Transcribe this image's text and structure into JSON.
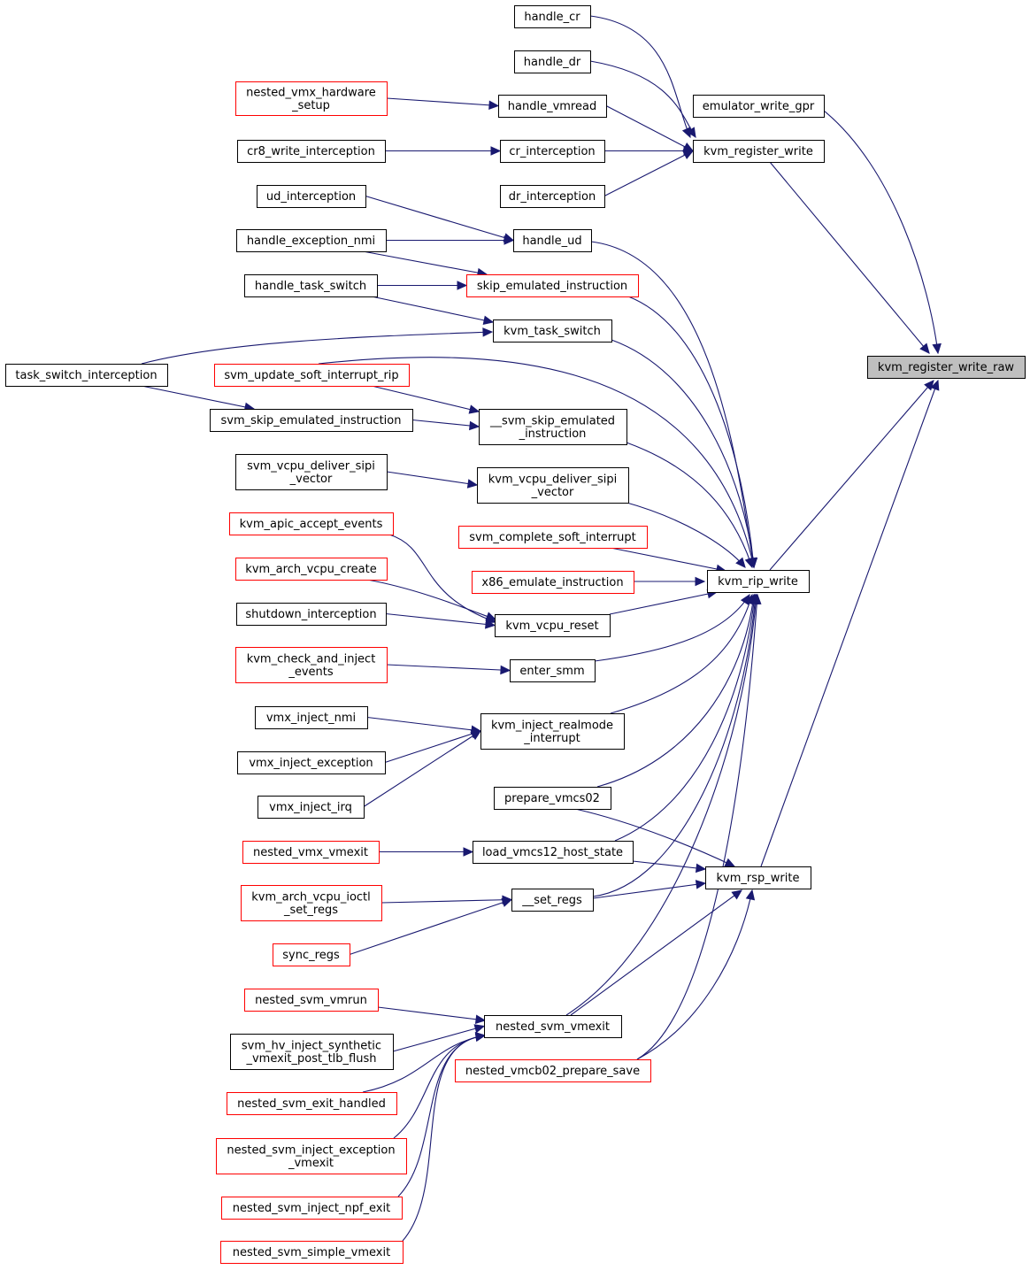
{
  "nodes": {
    "kvm_register_write_raw": {
      "label": "kvm_register_write_raw",
      "style": "root"
    },
    "kvm_register_write": {
      "label": "kvm_register_write",
      "style": "normal"
    },
    "emulator_write_gpr": {
      "label": "emulator_write_gpr",
      "style": "normal"
    },
    "kvm_rip_write": {
      "label": "kvm_rip_write",
      "style": "normal"
    },
    "kvm_rsp_write": {
      "label": "kvm_rsp_write",
      "style": "normal"
    },
    "handle_cr": {
      "label": "handle_cr",
      "style": "normal"
    },
    "handle_dr": {
      "label": "handle_dr",
      "style": "normal"
    },
    "handle_vmread": {
      "label": "handle_vmread",
      "style": "normal"
    },
    "cr_interception": {
      "label": "cr_interception",
      "style": "normal"
    },
    "dr_interception": {
      "label": "dr_interception",
      "style": "normal"
    },
    "nested_vmx_hardware_setup": {
      "label": "nested_vmx_hardware\n_setup",
      "style": "trunc"
    },
    "cr8_write_interception": {
      "label": "cr8_write_interception",
      "style": "normal"
    },
    "ud_interception": {
      "label": "ud_interception",
      "style": "normal"
    },
    "handle_exception_nmi": {
      "label": "handle_exception_nmi",
      "style": "normal"
    },
    "handle_task_switch": {
      "label": "handle_task_switch",
      "style": "normal"
    },
    "handle_ud": {
      "label": "handle_ud",
      "style": "normal"
    },
    "skip_emulated_instruction": {
      "label": "skip_emulated_instruction",
      "style": "trunc"
    },
    "kvm_task_switch": {
      "label": "kvm_task_switch",
      "style": "normal"
    },
    "task_switch_interception": {
      "label": "task_switch_interception",
      "style": "normal"
    },
    "svm_update_soft_interrupt_rip": {
      "label": "svm_update_soft_interrupt_rip",
      "style": "trunc"
    },
    "svm_skip_emulated_instruction": {
      "label": "svm_skip_emulated_instruction",
      "style": "normal"
    },
    "__svm_skip_emulated_instruction": {
      "label": "__svm_skip_emulated\n_instruction",
      "style": "normal"
    },
    "svm_vcpu_deliver_sipi_vector": {
      "label": "svm_vcpu_deliver_sipi\n_vector",
      "style": "normal"
    },
    "kvm_vcpu_deliver_sipi_vector": {
      "label": "kvm_vcpu_deliver_sipi\n_vector",
      "style": "normal"
    },
    "kvm_apic_accept_events": {
      "label": "kvm_apic_accept_events",
      "style": "trunc"
    },
    "svm_complete_soft_interrupt": {
      "label": "svm_complete_soft_interrupt",
      "style": "trunc"
    },
    "kvm_arch_vcpu_create": {
      "label": "kvm_arch_vcpu_create",
      "style": "trunc"
    },
    "x86_emulate_instruction": {
      "label": "x86_emulate_instruction",
      "style": "trunc"
    },
    "shutdown_interception": {
      "label": "shutdown_interception",
      "style": "normal"
    },
    "kvm_vcpu_reset": {
      "label": "kvm_vcpu_reset",
      "style": "normal"
    },
    "kvm_check_and_inject_events": {
      "label": "kvm_check_and_inject\n_events",
      "style": "trunc"
    },
    "enter_smm": {
      "label": "enter_smm",
      "style": "normal"
    },
    "vmx_inject_nmi": {
      "label": "vmx_inject_nmi",
      "style": "normal"
    },
    "kvm_inject_realmode_interrupt": {
      "label": "kvm_inject_realmode\n_interrupt",
      "style": "normal"
    },
    "vmx_inject_exception": {
      "label": "vmx_inject_exception",
      "style": "normal"
    },
    "vmx_inject_irq": {
      "label": "vmx_inject_irq",
      "style": "normal"
    },
    "prepare_vmcs02": {
      "label": "prepare_vmcs02",
      "style": "normal"
    },
    "nested_vmx_vmexit": {
      "label": "nested_vmx_vmexit",
      "style": "trunc"
    },
    "load_vmcs12_host_state": {
      "label": "load_vmcs12_host_state",
      "style": "normal"
    },
    "kvm_arch_vcpu_ioctl_set_regs": {
      "label": "kvm_arch_vcpu_ioctl\n_set_regs",
      "style": "trunc"
    },
    "__set_regs": {
      "label": "__set_regs",
      "style": "normal"
    },
    "sync_regs": {
      "label": "sync_regs",
      "style": "trunc"
    },
    "nested_svm_vmrun": {
      "label": "nested_svm_vmrun",
      "style": "trunc"
    },
    "nested_svm_vmexit": {
      "label": "nested_svm_vmexit",
      "style": "normal"
    },
    "svm_hv_inject_synthetic_vmexit_post_tlb_flush": {
      "label": "svm_hv_inject_synthetic\n_vmexit_post_tlb_flush",
      "style": "normal"
    },
    "nested_vmcb02_prepare_save": {
      "label": "nested_vmcb02_prepare_save",
      "style": "trunc"
    },
    "nested_svm_exit_handled": {
      "label": "nested_svm_exit_handled",
      "style": "trunc"
    },
    "nested_svm_inject_exception_vmexit": {
      "label": "nested_svm_inject_exception\n_vmexit",
      "style": "trunc"
    },
    "nested_svm_inject_npf_exit": {
      "label": "nested_svm_inject_npf_exit",
      "style": "trunc"
    },
    "nested_svm_simple_vmexit": {
      "label": "nested_svm_simple_vmexit",
      "style": "trunc"
    }
  },
  "edges": [
    [
      "kvm_register_write",
      "kvm_register_write_raw"
    ],
    [
      "emulator_write_gpr",
      "kvm_register_write_raw"
    ],
    [
      "kvm_rip_write",
      "kvm_register_write_raw"
    ],
    [
      "kvm_rsp_write",
      "kvm_register_write_raw"
    ],
    [
      "handle_cr",
      "kvm_register_write"
    ],
    [
      "handle_dr",
      "kvm_register_write"
    ],
    [
      "handle_vmread",
      "kvm_register_write"
    ],
    [
      "cr_interception",
      "kvm_register_write"
    ],
    [
      "dr_interception",
      "kvm_register_write"
    ],
    [
      "nested_vmx_hardware_setup",
      "handle_vmread"
    ],
    [
      "cr8_write_interception",
      "cr_interception"
    ],
    [
      "ud_interception",
      "handle_ud"
    ],
    [
      "handle_exception_nmi",
      "handle_ud"
    ],
    [
      "handle_exception_nmi",
      "skip_emulated_instruction"
    ],
    [
      "handle_task_switch",
      "skip_emulated_instruction"
    ],
    [
      "handle_task_switch",
      "kvm_task_switch"
    ],
    [
      "task_switch_interception",
      "kvm_task_switch"
    ],
    [
      "task_switch_interception",
      "svm_skip_emulated_instruction"
    ],
    [
      "svm_update_soft_interrupt_rip",
      "__svm_skip_emulated_instruction"
    ],
    [
      "svm_skip_emulated_instruction",
      "__svm_skip_emulated_instruction"
    ],
    [
      "svm_vcpu_deliver_sipi_vector",
      "kvm_vcpu_deliver_sipi_vector"
    ],
    [
      "kvm_apic_accept_events",
      "kvm_vcpu_reset"
    ],
    [
      "kvm_arch_vcpu_create",
      "kvm_vcpu_reset"
    ],
    [
      "shutdown_interception",
      "kvm_vcpu_reset"
    ],
    [
      "kvm_check_and_inject_events",
      "enter_smm"
    ],
    [
      "vmx_inject_nmi",
      "kvm_inject_realmode_interrupt"
    ],
    [
      "vmx_inject_exception",
      "kvm_inject_realmode_interrupt"
    ],
    [
      "vmx_inject_irq",
      "kvm_inject_realmode_interrupt"
    ],
    [
      "nested_vmx_vmexit",
      "load_vmcs12_host_state"
    ],
    [
      "kvm_arch_vcpu_ioctl_set_regs",
      "__set_regs"
    ],
    [
      "sync_regs",
      "__set_regs"
    ],
    [
      "nested_svm_vmrun",
      "nested_svm_vmexit"
    ],
    [
      "svm_hv_inject_synthetic_vmexit_post_tlb_flush",
      "nested_svm_vmexit"
    ],
    [
      "nested_svm_exit_handled",
      "nested_svm_vmexit"
    ],
    [
      "nested_svm_inject_exception_vmexit",
      "nested_svm_vmexit"
    ],
    [
      "nested_svm_inject_npf_exit",
      "nested_svm_vmexit"
    ],
    [
      "nested_svm_simple_vmexit",
      "nested_svm_vmexit"
    ],
    [
      "handle_ud",
      "kvm_rip_write"
    ],
    [
      "skip_emulated_instruction",
      "kvm_rip_write"
    ],
    [
      "kvm_task_switch",
      "kvm_rip_write"
    ],
    [
      "svm_update_soft_interrupt_rip",
      "kvm_rip_write"
    ],
    [
      "__svm_skip_emulated_instruction",
      "kvm_rip_write"
    ],
    [
      "kvm_vcpu_deliver_sipi_vector",
      "kvm_rip_write"
    ],
    [
      "svm_complete_soft_interrupt",
      "kvm_rip_write"
    ],
    [
      "x86_emulate_instruction",
      "kvm_rip_write"
    ],
    [
      "kvm_vcpu_reset",
      "kvm_rip_write"
    ],
    [
      "enter_smm",
      "kvm_rip_write"
    ],
    [
      "kvm_inject_realmode_interrupt",
      "kvm_rip_write"
    ],
    [
      "prepare_vmcs02",
      "kvm_rip_write"
    ],
    [
      "load_vmcs12_host_state",
      "kvm_rip_write"
    ],
    [
      "__set_regs",
      "kvm_rip_write"
    ],
    [
      "nested_svm_vmexit",
      "kvm_rip_write"
    ],
    [
      "nested_vmcb02_prepare_save",
      "kvm_rip_write"
    ],
    [
      "prepare_vmcs02",
      "kvm_rsp_write"
    ],
    [
      "load_vmcs12_host_state",
      "kvm_rsp_write"
    ],
    [
      "__set_regs",
      "kvm_rsp_write"
    ],
    [
      "nested_svm_vmexit",
      "kvm_rsp_write"
    ],
    [
      "nested_vmcb02_prepare_save",
      "kvm_rsp_write"
    ]
  ]
}
